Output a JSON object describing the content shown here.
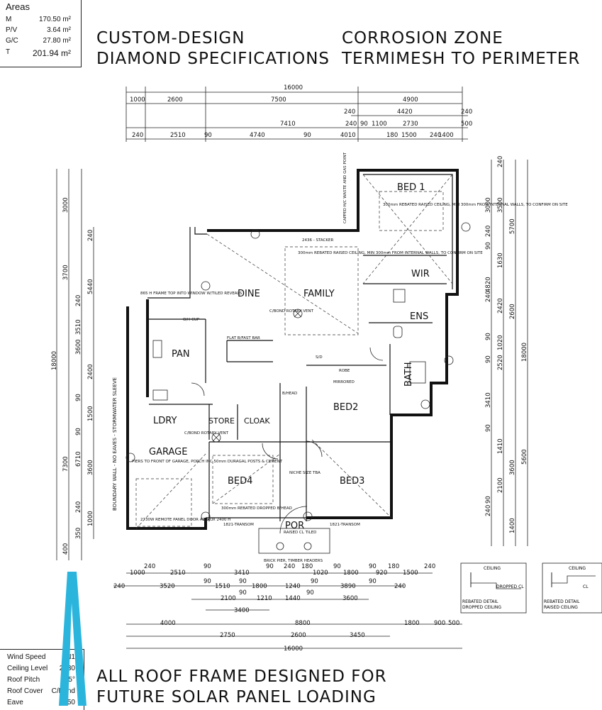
{
  "areas": {
    "title": "Areas",
    "rows": [
      {
        "key": "M",
        "value": "170.50 m²"
      },
      {
        "key": "P/V",
        "value": "3.64 m²"
      },
      {
        "key": "G/C",
        "value": "27.80 m²"
      },
      {
        "key": "T",
        "value": "201.94 m²"
      }
    ]
  },
  "notes": {
    "custom_1": "CUSTOM-DESIGN",
    "custom_2": "DIAMOND SPECIFICATIONS",
    "corrosion_1": "CORROSION ZONE",
    "corrosion_2": "TERMIMESH TO PERIMETER",
    "roof_1": "ALL ROOF FRAME DESIGNED FOR",
    "roof_2": "FUTURE SOLAR PANEL LOADING"
  },
  "specs": [
    {
      "key": "Wind Speed",
      "value": "N1"
    },
    {
      "key": "Ceiling Level",
      "value": "2730"
    },
    {
      "key": "Roof Pitch",
      "value": "25°"
    },
    {
      "key": "Roof Cover",
      "value": "C/Bond"
    },
    {
      "key": "Eave",
      "value": "450"
    }
  ],
  "rooms": {
    "bed1": "BED 1",
    "wir": "WIR",
    "ens": "ENS",
    "dine": "DINE",
    "family": "FAMILY",
    "pan": "PAN",
    "ldry": "LDRY",
    "store": "STORE",
    "cloak": "CLOAK",
    "garage": "GARAGE",
    "bed2": "BED2",
    "bath": "BATH",
    "bed4": "BED4",
    "bed3": "BED3",
    "por": "POR"
  },
  "annotations": {
    "bed1_ceiling": "300mm REBATED RAISED CEILING, MIN 300mm FROM INTERNAL WALLS, TO CONFIRM ON SITE",
    "family_ceiling": "300mm REBATED RAISED CEILING, MIN 300mm FROM INTERNAL WALLS, TO CONFIRM ON SITE",
    "stacker": "2436 - STACKER",
    "capped_waste": "CAPPED H/C WASTE AND GAS POINT",
    "frame_top": "865 H FRAME TOP INTO WINDOW W/TILED REVEALS",
    "oh_cup": "O/H CUP",
    "bar": "FLAT B/FAST BAR",
    "cbond_vent": "C/BOND ROTARY VENT",
    "cbond_vent2": "C/BOND ROTARY VENT",
    "robe": "ROBE",
    "mirrored": "MIRRORED",
    "transom_left": "1821-TRANSOM",
    "transom_right": "1821-TRANSOM",
    "bed4_ceiling": "300mm REBATED DROPPED B/HEAD",
    "garage_door": "2730W REMOTE PANEL DOOR APPROX 2400 H",
    "piers": "PIERS TO FRONT OF GARAGE, PORCH INC 50mm DURAGAL POSTS & CEMENT",
    "boundary": "BOUNDARY WALL - NO EAVES - STORMWATER SLEEVE",
    "brick_pier": "BRICK PIER, TIMBER HEADERS",
    "raised_cl": "RAISED CL TILED",
    "niche": "NICHE SIZE TBA",
    "bhead": "B/HEAD",
    "sd": "S/D"
  },
  "details": {
    "dropped_title": "CEILING",
    "dropped_label": "DROPPED CL",
    "dropped_caption_1": "REBATED DETAIL",
    "dropped_caption_2": "DROPPED CEILING",
    "raised_title": "CEILING",
    "raised_label": "CL",
    "raised_caption_1": "REBATED DETAIL",
    "raised_caption_2": "RAISED CEILING"
  },
  "dimensions": {
    "top": [
      "16000",
      "1000",
      "2600",
      "7500",
      "4900",
      "240",
      "4420",
      "240",
      "7410",
      "240",
      "90",
      "1100",
      "2730",
      "500",
      "240",
      "2510",
      "90",
      "4740",
      "90",
      "4010",
      "180",
      "1500",
      "240",
      "1400"
    ],
    "bottom": [
      "1000",
      "240",
      "2510",
      "90",
      "3410",
      "90",
      "240",
      "180",
      "1020",
      "90",
      "1800",
      "90",
      "920",
      "180",
      "1500",
      "240",
      "240",
      "3520",
      "90",
      "1510",
      "90",
      "1800",
      "1240",
      "90",
      "3890",
      "90",
      "240",
      "2100",
      "90",
      "1210",
      "1440",
      "90",
      "3600",
      "3400",
      "4000",
      "8800",
      "1800",
      "900",
      "500",
      "2750",
      "2600",
      "3450",
      "16000"
    ],
    "left": [
      "3000",
      "240",
      "3700",
      "5440",
      "240",
      "3600",
      "3510",
      "2400",
      "90",
      "1500",
      "90",
      "18000",
      "7300",
      "6710",
      "3600",
      "240",
      "1000",
      "350",
      "400"
    ],
    "right": [
      "240",
      "3000",
      "3500",
      "5700",
      "240",
      "90",
      "1630",
      "4820",
      "240",
      "2420",
      "2600",
      "90",
      "1020",
      "90",
      "2520",
      "18000",
      "3410",
      "90",
      "1410",
      "3600",
      "5600",
      "2100",
      "90",
      "240",
      "1400"
    ]
  },
  "colors": {
    "ink": "#111111",
    "accent": "#2bb5dd"
  }
}
